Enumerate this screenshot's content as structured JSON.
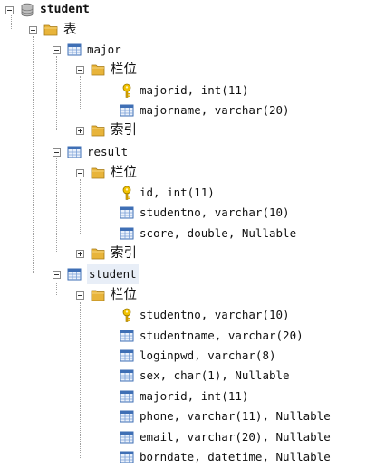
{
  "tree": {
    "database": {
      "label": "student",
      "icon": "database-icon"
    },
    "tables_folder": {
      "label": "表",
      "icon": "folder-icon"
    },
    "tables": [
      {
        "name": "major",
        "columns_folder": "栏位",
        "columns": [
          {
            "text": "majorid, int(11)",
            "icon": "primary-key-icon"
          },
          {
            "text": "majorname, varchar(20)",
            "icon": "column-icon"
          }
        ],
        "index_folder": "索引"
      },
      {
        "name": "result",
        "columns_folder": "栏位",
        "columns": [
          {
            "text": "id, int(11)",
            "icon": "primary-key-icon"
          },
          {
            "text": "studentno, varchar(10)",
            "icon": "column-icon"
          },
          {
            "text": "score, double, Nullable",
            "icon": "column-icon"
          }
        ],
        "index_folder": "索引"
      },
      {
        "name": "student",
        "columns_folder": "栏位",
        "columns": [
          {
            "text": "studentno, varchar(10)",
            "icon": "primary-key-icon"
          },
          {
            "text": "studentname, varchar(20)",
            "icon": "column-icon"
          },
          {
            "text": "loginpwd, varchar(8)",
            "icon": "column-icon"
          },
          {
            "text": "sex, char(1), Nullable",
            "icon": "column-icon"
          },
          {
            "text": "majorid, int(11)",
            "icon": "column-icon"
          },
          {
            "text": "phone, varchar(11), Nullable",
            "icon": "column-icon"
          },
          {
            "text": "email, varchar(20), Nullable",
            "icon": "column-icon"
          },
          {
            "text": "borndate, datetime, Nullable",
            "icon": "column-icon"
          }
        ]
      }
    ]
  },
  "colors": {
    "folder": "#e8b43a",
    "key": "#e0a800",
    "table_icon": "#3f6fb5",
    "selection": "#e8eef7"
  }
}
